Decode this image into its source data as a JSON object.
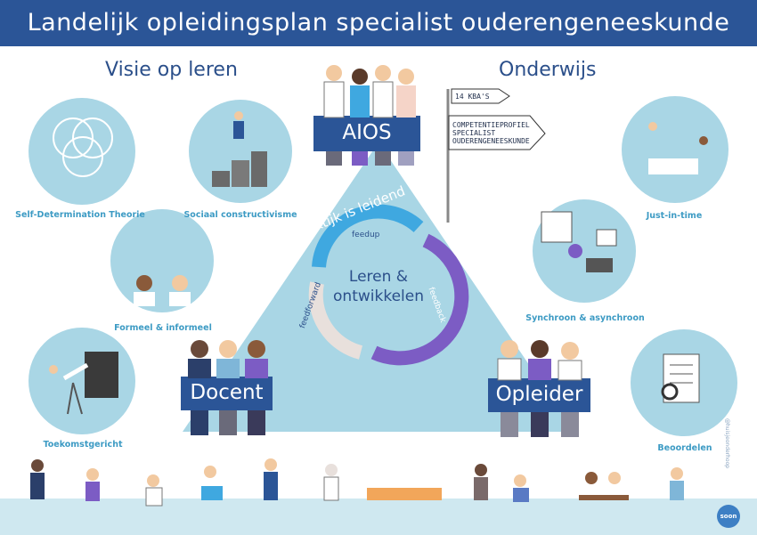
{
  "title": "Landelijk opleidingsplan specialist ouderengeneeskunde",
  "headings": {
    "left": "Visie op leren",
    "right": "Onderwijs"
  },
  "left_circles": [
    {
      "caption": "Self-Determination Theorie"
    },
    {
      "caption": "Sociaal constructivisme"
    },
    {
      "caption": "Formeel & informeel"
    },
    {
      "caption": "Toekomstgericht"
    }
  ],
  "right_circles": [
    {
      "caption": "Just-in-time"
    },
    {
      "caption": "Synchroon & asynchroon"
    },
    {
      "caption": "Beoordelen"
    }
  ],
  "signs": {
    "aios": "AIOS",
    "docent": "Docent",
    "opleider": "Opleider"
  },
  "signpost": {
    "top": "14 KBA'S",
    "bottom_lines": [
      "COMPETENTIEPROFIEL",
      "SPECIALIST",
      "OUDERENGENEESKUNDE"
    ]
  },
  "triangle_text": "Praktijk is leidend",
  "cycle": {
    "center_lines": [
      "Leren &",
      "ontwikkelen"
    ],
    "labels": {
      "feedup": "feedup",
      "feedback": "feedback",
      "feedforward": "feedforward"
    },
    "colors": {
      "feedup": "#3fa8e0",
      "feedback": "#7c5cc4",
      "feedforward": "#e8e0dc"
    }
  },
  "logo": "soon",
  "credit": "@huisjeonderhoop",
  "colors": {
    "title_bar": "#2b5597",
    "circle": "#a9d6e5",
    "triangle": "#a9d6e5",
    "sign": "#2b5597",
    "ground": "#cfe8f0"
  }
}
